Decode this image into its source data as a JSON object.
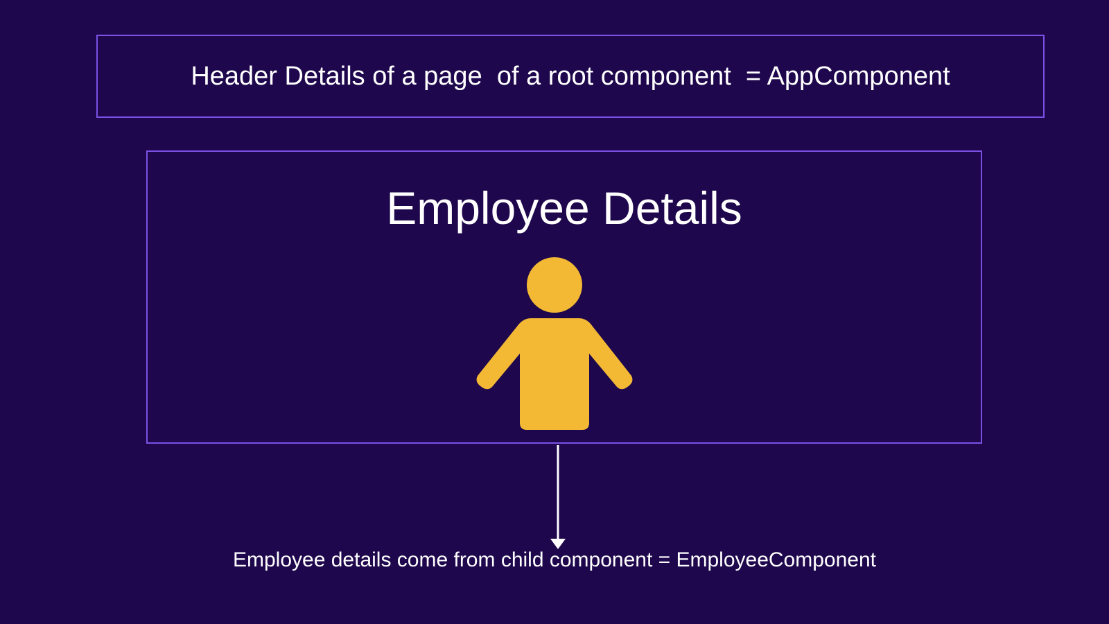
{
  "root_component": {
    "label": "Header Details of a page  of a root component  = AppComponent"
  },
  "child_component": {
    "title": "Employee Details",
    "icon": "person-icon",
    "icon_color": "#f3b935"
  },
  "relation": {
    "caption": "Employee details come from child component = EmployeeComponent"
  },
  "colors": {
    "background": "#1e074c",
    "border": "#7b51e6",
    "text": "#ffffff"
  }
}
